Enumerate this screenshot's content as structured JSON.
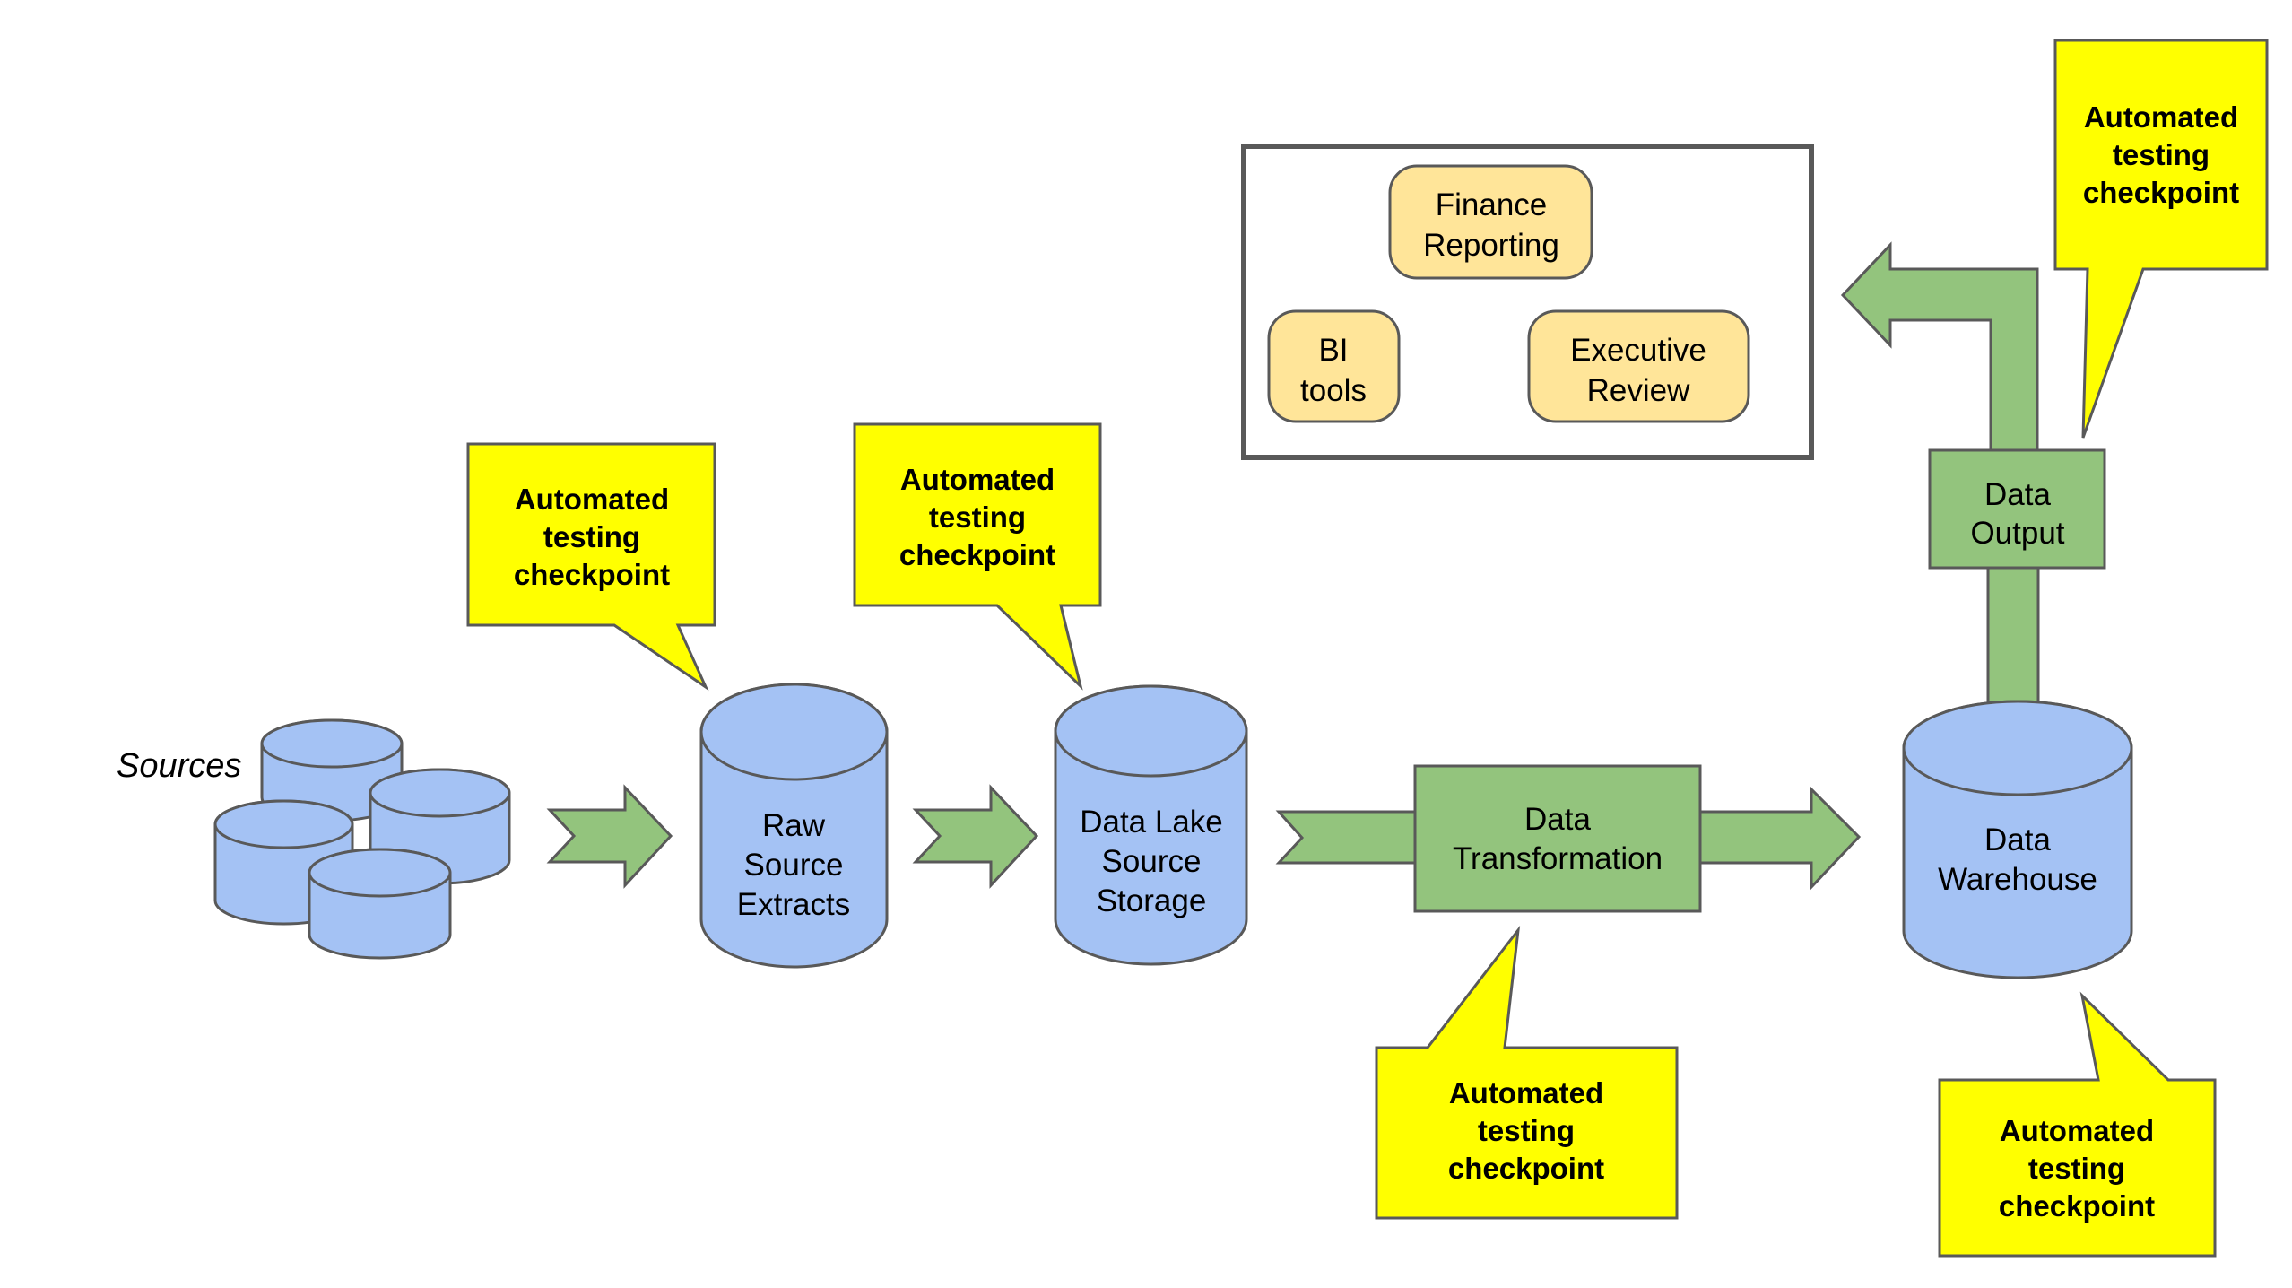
{
  "colors": {
    "cylinder_fill": "#A4C2F4",
    "process_fill": "#93C47D",
    "callout_fill": "#FFFF00",
    "report_fill": "#FFE599",
    "container_fill": "#FFFFFF",
    "stroke": "#595959",
    "text": "#000000"
  },
  "labels": {
    "sources": "Sources",
    "raw_source_extracts": [
      "Raw",
      "Source",
      "Extracts"
    ],
    "data_lake_source_storage": [
      "Data Lake",
      "Source",
      "Storage"
    ],
    "data_transformation": [
      "Data",
      "Transformation"
    ],
    "data_warehouse": [
      "Data",
      "Warehouse"
    ],
    "data_output": [
      "Data",
      "Output"
    ],
    "finance_reporting": [
      "Finance",
      "Reporting"
    ],
    "bi_tools": [
      "BI",
      "tools"
    ],
    "executive_review": [
      "Executive",
      "Review"
    ],
    "checkpoint": [
      "Automated",
      "testing",
      "checkpoint"
    ]
  }
}
